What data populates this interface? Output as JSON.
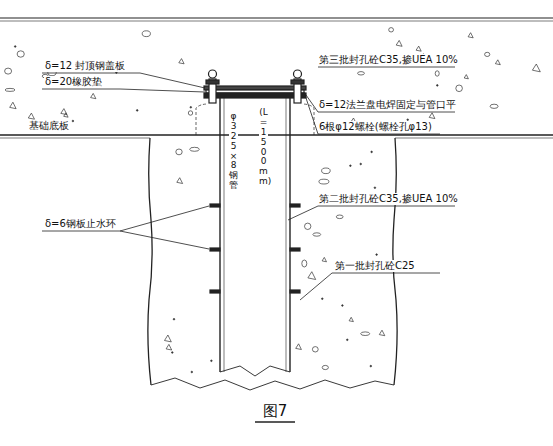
{
  "diagram": {
    "caption": "图7",
    "labels": [
      "δ=12 封顶钢盖板",
      "δ=20橡胶垫",
      "基础底板",
      "第三批封孔砼C35,掺UEA 10%",
      "δ=12法兰盘电焊固定与管口平",
      "6根φ12螺栓(螺栓孔φ13)",
      "φ325×8钢管",
      "(L=1500mm)",
      "δ=6钢板止水环",
      "第二批封孔砼C35,掺UEA 10%",
      "第一批封孔砼C25"
    ]
  }
}
